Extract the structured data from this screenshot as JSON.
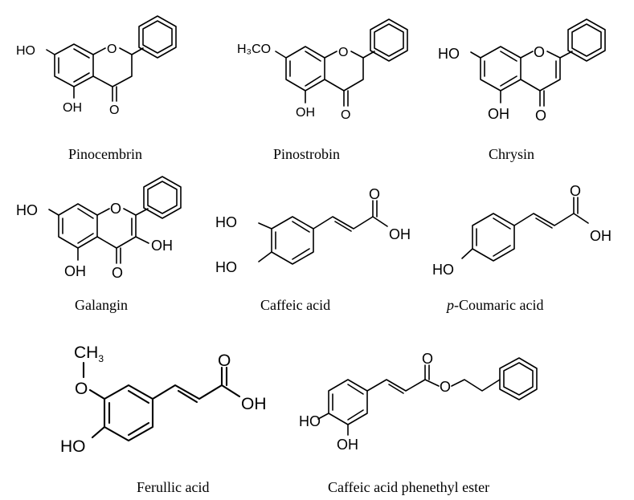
{
  "atoms": {
    "oh": "OH",
    "ho": "HO",
    "o": "O",
    "h3co": "H₃CO",
    "ch3_c": "CH",
    "ch3_n": "3"
  },
  "compounds": [
    {
      "name": "Pinocembrin"
    },
    {
      "name": "Pinostrobin"
    },
    {
      "name": "Chrysin"
    },
    {
      "name": "Galangin"
    },
    {
      "name": "Caffeic acid"
    },
    {
      "italic_prefix": "p",
      "name_rest": "-Coumaric acid"
    },
    {
      "name": "Ferullic acid"
    },
    {
      "name": "Caffeic acid phenethyl ester"
    }
  ]
}
